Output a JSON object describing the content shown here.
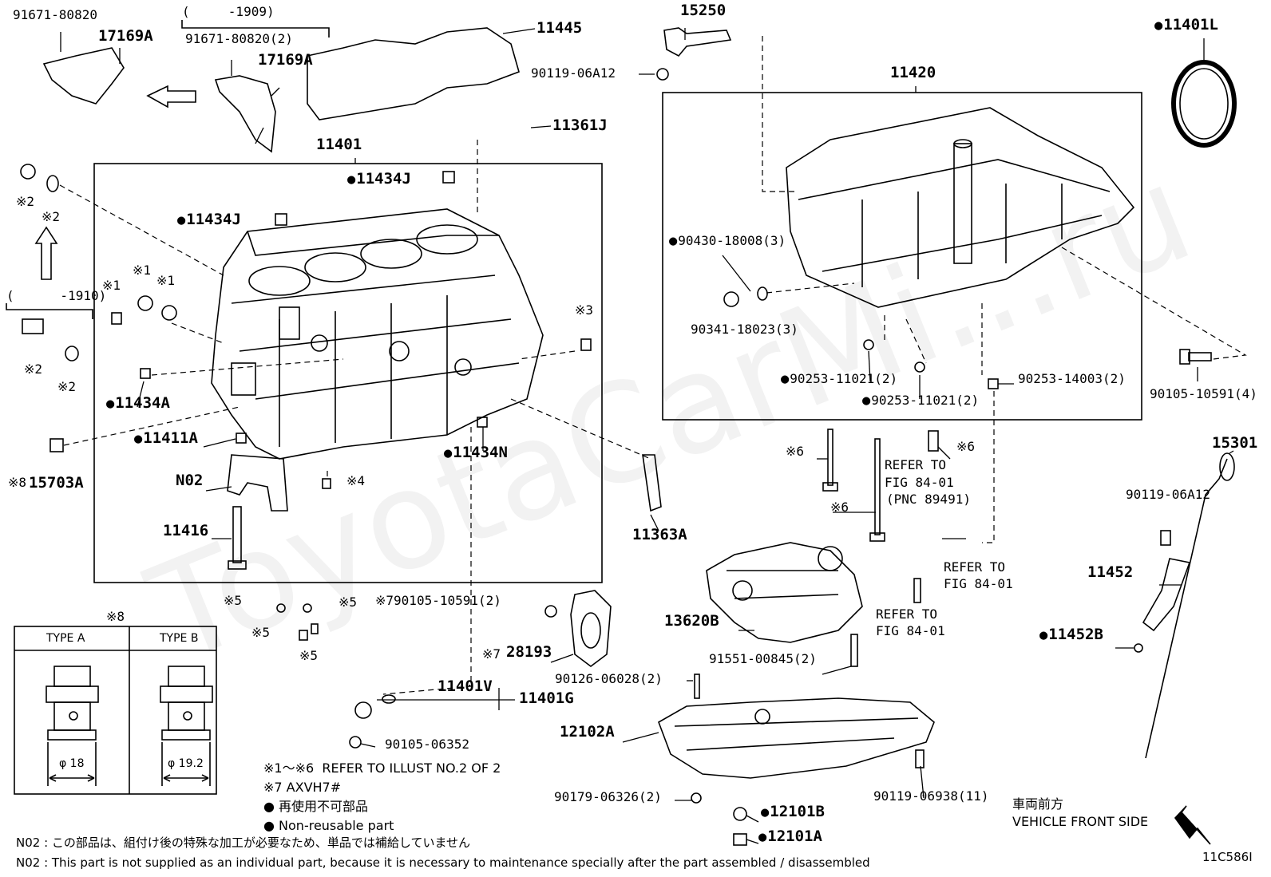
{
  "watermark": "ToyotaCarMi...ru",
  "parts": {
    "p1": "91671-80820",
    "p2": "17169A",
    "p3": "(     -1909)",
    "p4": "91671-80820(2)",
    "p5": "17169A",
    "p6": "11445",
    "p7": "15250",
    "p8": "90119-06A12",
    "p9": "11420",
    "p10": "11401L",
    "p11": "11361J",
    "p12": "11401",
    "p13": "11434J",
    "p14": "11434J",
    "p15": "90430-18008(3)",
    "p16": "90341-18023(3)",
    "p17": "90253-11021(2)",
    "p18": "90253-11021(2)",
    "p19": "90253-14003(2)",
    "p20": "90105-10591(4)",
    "p21": "※2",
    "p22": "※2",
    "p23": "(      -1910)",
    "p24": "※2",
    "p25": "※2",
    "p26": "※1",
    "p27": "※1",
    "p28": "※1",
    "p29": "※3",
    "p30": "11434A",
    "p31": "11411A",
    "p32": "11434N",
    "p33": "15703A",
    "p34": "※8",
    "p35": "N02",
    "p36": "※4",
    "p37": "11416",
    "p38": "11363A",
    "p39": "※6",
    "p40": "※6",
    "p41": "※6",
    "p42": "REFER TO",
    "p43": "FIG 84-01",
    "p44": "(PNC 89491)",
    "p45": "REFER TO",
    "p46": "FIG 84-01",
    "p47": "REFER TO",
    "p48": "FIG 84-01",
    "p49": "15301",
    "p50": "90119-06A12",
    "p51": "11452",
    "p52": "11452B",
    "p53": "13620B",
    "p54": "91551-00845(2)",
    "p55": "※5",
    "p56": "※5",
    "p57": "※5",
    "p58": "※5",
    "p59": "※790105-10591(2)",
    "p60": "※7",
    "p61": "28193",
    "p62": "90126-06028(2)",
    "p63": "11401V",
    "p64": "11401G",
    "p65": "90105-06352",
    "p66": "12102A",
    "p67": "90179-06326(2)",
    "p68": "90119-06938(11)",
    "p69": "12101B",
    "p70": "12101A"
  },
  "type_table": {
    "note": "※8",
    "type_a": "TYPE A",
    "type_b": "TYPE B",
    "dia_a": "φ 18",
    "dia_b": "φ 19.2"
  },
  "notes": {
    "n1": "※1～※6  REFER TO ILLUST NO.2 OF 2",
    "n2": "※7 AXVH7#",
    "n3": "● 再使用不可部品",
    "n4": "● Non-reusable part",
    "n5": "N02 : この部品は、組付け後の特殊な加工が必要なため、単品では補給していません",
    "n6": "N02 : This part is not supplied as an individual part, because it is necessary to maintenance specially after the part assembled / disassembled"
  },
  "front": {
    "jp": "車両前方",
    "en": "VEHICLE FRONT SIDE"
  },
  "code": "11C586I"
}
